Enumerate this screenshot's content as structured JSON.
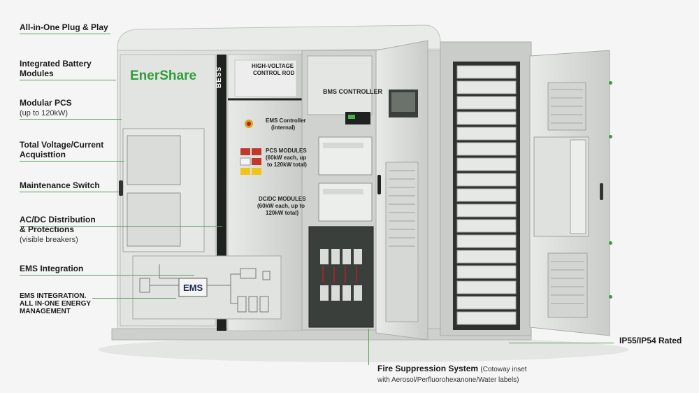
{
  "brand": {
    "name": "EnerShare",
    "color": "#2e9e3a"
  },
  "cabinet_mark": "BESS",
  "colors": {
    "cabinet": "#d9dcd9",
    "leader": "#5aa05a",
    "accent": "#2e9e3a"
  },
  "labels": {
    "all_in_one": "All-in-One Plug & Play",
    "battery_l1": "Integrated Battery",
    "battery_l2": "Modules",
    "pcs_l1": "Modular PCS",
    "pcs_l2": "(up to 120kW)",
    "voltage_l1": "Total Voltage/Current",
    "voltage_l2": "Acquisttion",
    "maintenance": "Maintenance Switch",
    "acdc_l1": "AC/DC Distribution",
    "acdc_l2": "& Protections",
    "acdc_l3": "(visible breakers)",
    "ems": "EMS Integration",
    "ems_caps_l1": "EMS INTEGRATION.",
    "ems_caps_l2": "ALL IN-ONE ENERGY",
    "ems_caps_l3": "MANAGEMENT",
    "ip_rating": "IP55/IP54 Rated",
    "fire_title": "Fire Suppression System",
    "fire_note_a": "(Cotoway inset",
    "fire_note_b": "with Aerosol/Perfluorohexanone/Water labels)"
  },
  "panel_text": {
    "hv_l1": "HIGH-VOLTAGE",
    "hv_l2": "CONTROL ROD",
    "bms": "BMS CONTROLLER",
    "ems_ctrl_l1": "EMS Controller",
    "ems_ctrl_l2": "(internal)",
    "pcs_mod_l1": "PCS MODULES",
    "pcs_mod_l2": "(60kW each, up",
    "pcs_mod_l3": "to 120kW total)",
    "dcdc_l1": "DC/DC MODULES",
    "dcdc_l2": "(60kW each, up to",
    "dcdc_l3": "120kW total)",
    "ems_box": "EMS"
  }
}
